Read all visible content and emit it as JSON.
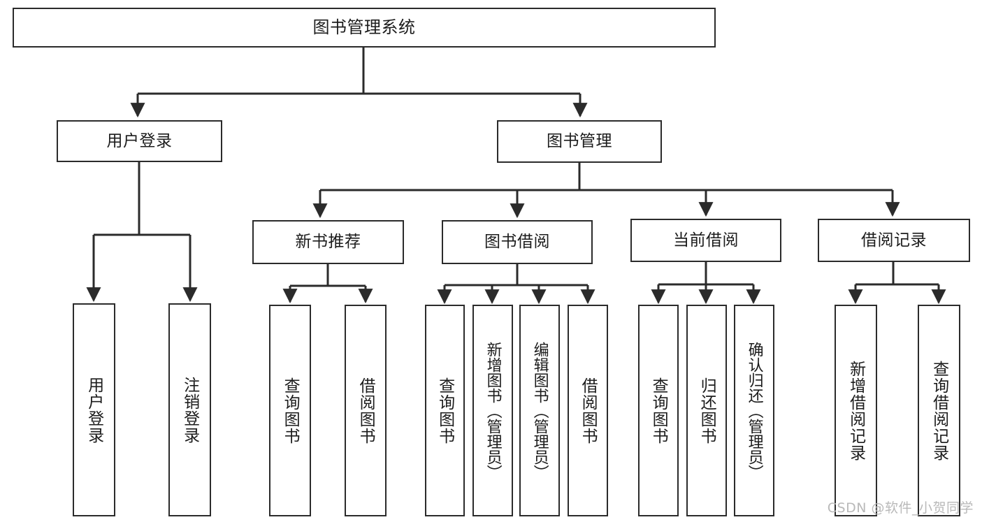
{
  "diagram": {
    "type": "tree-hierarchy-chart",
    "title": "图书管理系统",
    "background_color": "#ffffff",
    "line_color": "#2b2b2b",
    "text_color": "#1c1c1c",
    "levels": 4
  },
  "nodes": {
    "root": {
      "label": "图书管理系统"
    },
    "level2": [
      {
        "id": "user-login",
        "label": "用户登录"
      },
      {
        "id": "book-manage",
        "label": "图书管理"
      }
    ],
    "level3": [
      {
        "id": "new-book-recommend",
        "label": "新书推荐"
      },
      {
        "id": "book-borrow",
        "label": "图书借阅"
      },
      {
        "id": "current-borrow",
        "label": "当前借阅"
      },
      {
        "id": "borrow-record",
        "label": "借阅记录"
      }
    ],
    "leaves": {
      "user_login": [
        {
          "id": "leaf-user-login",
          "label": "用户登录"
        },
        {
          "id": "leaf-logout-login",
          "label": "注销登录"
        }
      ],
      "new_book_recommend": [
        {
          "id": "leaf-query-book-1",
          "label": "查询图书"
        },
        {
          "id": "leaf-borrow-book-1",
          "label": "借阅图书"
        }
      ],
      "book_borrow": [
        {
          "id": "leaf-query-book-2",
          "label": "查询图书"
        },
        {
          "id": "leaf-add-book",
          "label": "新增图书（管理员）"
        },
        {
          "id": "leaf-edit-book",
          "label": "编辑图书（管理员）"
        },
        {
          "id": "leaf-borrow-book-2",
          "label": "借阅图书"
        }
      ],
      "current_borrow": [
        {
          "id": "leaf-query-book-3",
          "label": "查询图书"
        },
        {
          "id": "leaf-return-book",
          "label": "归还图书"
        },
        {
          "id": "leaf-confirm-return",
          "label": "确认归还（管理员）"
        }
      ],
      "borrow_record": [
        {
          "id": "leaf-add-record",
          "label": "新增借阅记录"
        },
        {
          "id": "leaf-query-record",
          "label": "查询借阅记录"
        }
      ]
    }
  },
  "watermark": {
    "text": "CSDN @软件_小贺同学"
  }
}
